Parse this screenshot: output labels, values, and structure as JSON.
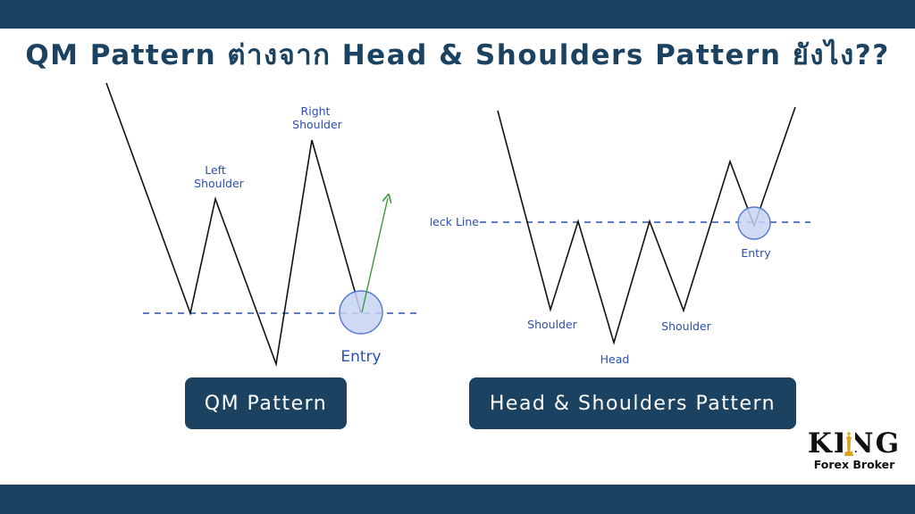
{
  "header": {
    "title": "QM Pattern ต่างจาก Head & Shoulders Pattern ยังไง??",
    "band_color": "#1b4361"
  },
  "qm_diagram": {
    "left_shoulder_label": [
      "Left",
      "Shoulder"
    ],
    "right_shoulder_label": [
      "Right",
      "Shoulder"
    ],
    "entry_label": "Entry",
    "pill_label": "QM Pattern"
  },
  "hs_diagram": {
    "neckline_label": "Neck Line",
    "left_shoulder_label": "Shoulder",
    "head_label": "Head",
    "right_shoulder_label": "Shoulder",
    "entry_label": "Entry",
    "pill_label": "Head & Shoulders Pattern"
  },
  "colors": {
    "line": "#111111",
    "dashed_line": "#2c4fb0",
    "entry_circle_fill": "#c7d3f2",
    "entry_circle_stroke": "#5577d6",
    "arrow": "#3a9a3a",
    "pill_bg": "#1b4361"
  },
  "logo": {
    "brand": "KING",
    "tagline": "Forex Broker",
    "icon": "crown-chess-king-icon"
  }
}
